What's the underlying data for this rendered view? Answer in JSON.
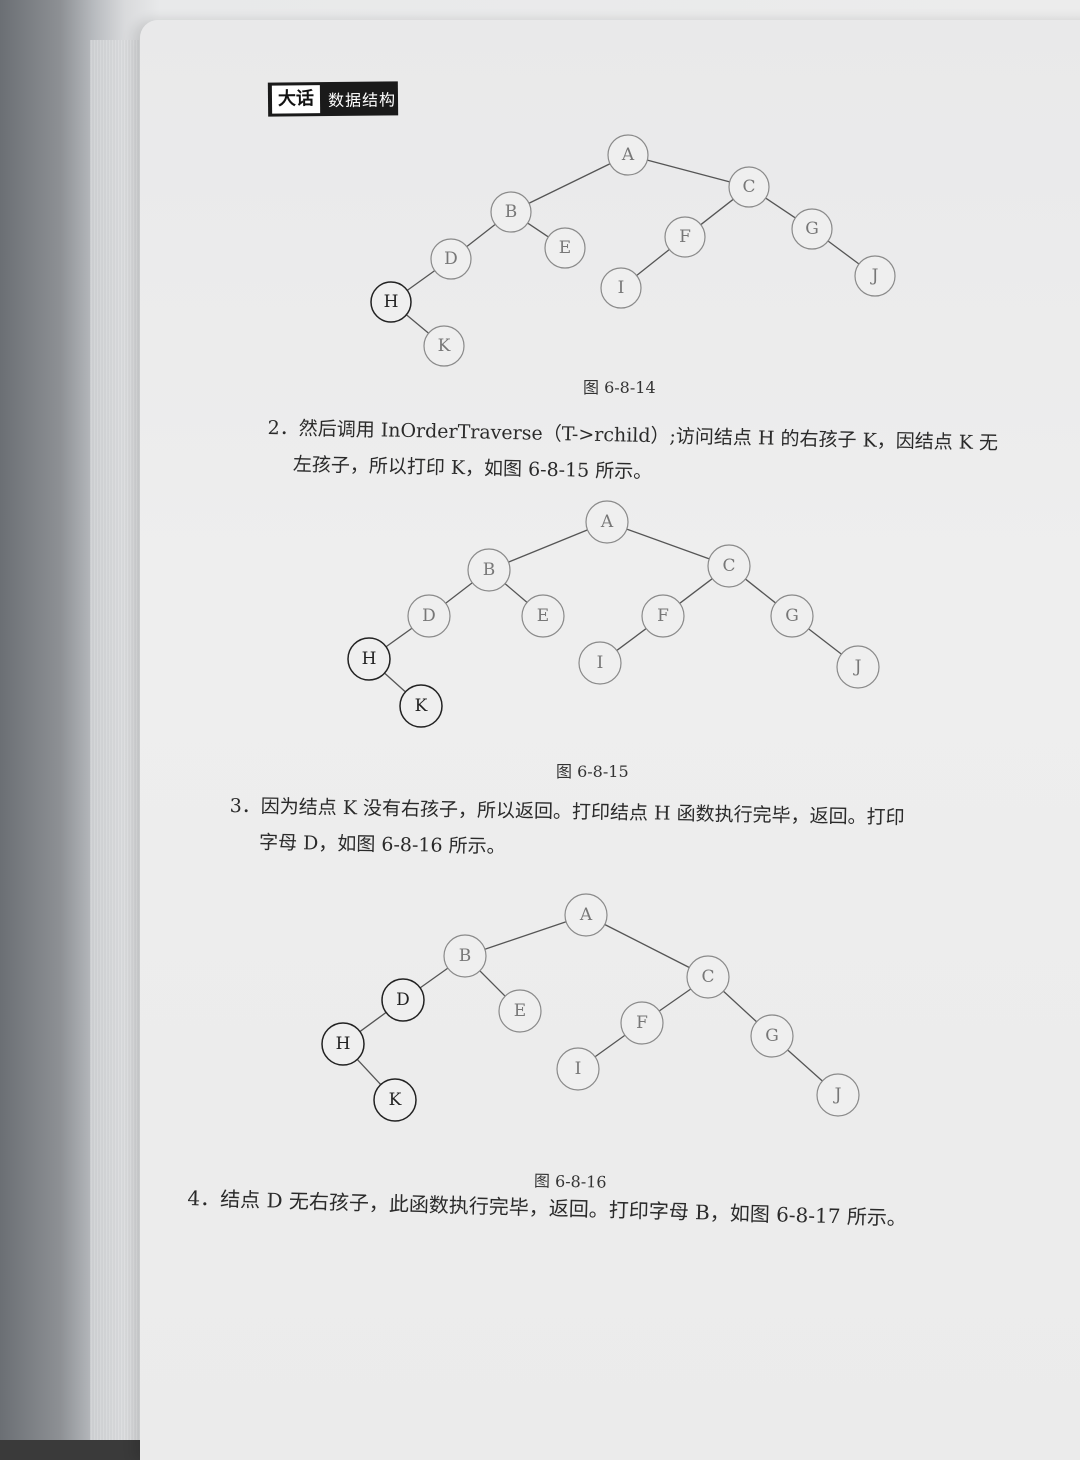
{
  "header": {
    "left": "大话",
    "right": "数据结构"
  },
  "figures": [
    {
      "caption": "图 6-8-14",
      "nodes": [
        {
          "id": "A",
          "state": "light"
        },
        {
          "id": "B",
          "state": "light"
        },
        {
          "id": "C",
          "state": "light"
        },
        {
          "id": "D",
          "state": "light"
        },
        {
          "id": "E",
          "state": "light"
        },
        {
          "id": "F",
          "state": "light"
        },
        {
          "id": "G",
          "state": "light"
        },
        {
          "id": "H",
          "state": "dark"
        },
        {
          "id": "I",
          "state": "light"
        },
        {
          "id": "J",
          "state": "light"
        },
        {
          "id": "K",
          "state": "light"
        }
      ]
    },
    {
      "caption": "图 6-8-15",
      "nodes": [
        {
          "id": "A",
          "state": "light"
        },
        {
          "id": "B",
          "state": "light"
        },
        {
          "id": "C",
          "state": "light"
        },
        {
          "id": "D",
          "state": "light"
        },
        {
          "id": "E",
          "state": "light"
        },
        {
          "id": "F",
          "state": "light"
        },
        {
          "id": "G",
          "state": "light"
        },
        {
          "id": "H",
          "state": "dark"
        },
        {
          "id": "I",
          "state": "light"
        },
        {
          "id": "J",
          "state": "light"
        },
        {
          "id": "K",
          "state": "dark"
        }
      ]
    },
    {
      "caption": "图 6-8-16",
      "nodes": [
        {
          "id": "A",
          "state": "light"
        },
        {
          "id": "B",
          "state": "light"
        },
        {
          "id": "C",
          "state": "light"
        },
        {
          "id": "D",
          "state": "dark"
        },
        {
          "id": "E",
          "state": "light"
        },
        {
          "id": "F",
          "state": "light"
        },
        {
          "id": "G",
          "state": "light"
        },
        {
          "id": "H",
          "state": "dark"
        },
        {
          "id": "I",
          "state": "light"
        },
        {
          "id": "J",
          "state": "light"
        },
        {
          "id": "K",
          "state": "dark"
        }
      ]
    }
  ],
  "paragraphs": [
    {
      "line1": "2．然后调用 InOrderTraverse（T->rchild）;访问结点 H 的右孩子 K，因结点 K 无",
      "line2": "左孩子，所以打印 K，如图 6-8-15 所示。"
    },
    {
      "line1": "3．因为结点 K 没有右孩子，所以返回。打印结点 H 函数执行完毕，返回。打印",
      "line2": "字母 D，如图 6-8-16 所示。"
    },
    {
      "line1": "4．结点 D 无右孩子，此函数执行完毕，返回。打印字母 B，如图 6-8-17 所示。"
    }
  ]
}
